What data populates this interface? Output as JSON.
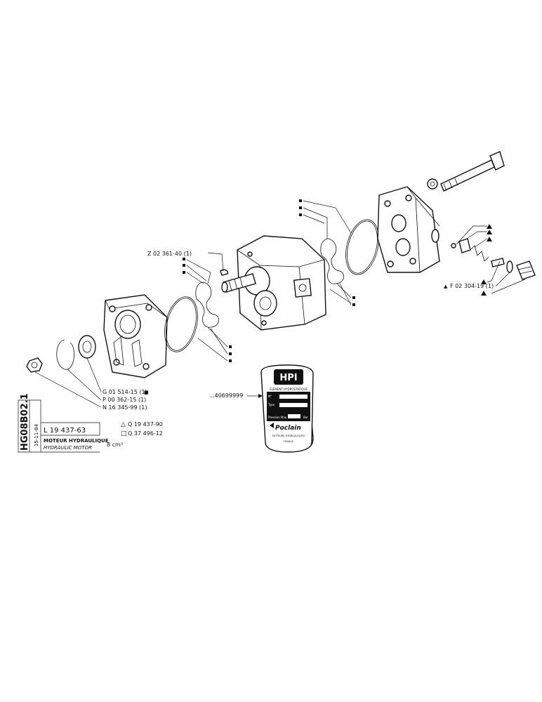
{
  "side_code": "HG08B02.1",
  "date": "15-11-84",
  "part_number": "L 19 437-63",
  "title_fr": "MOTEUR HYDRAULIQUE",
  "title_en": "HYDRAULIC MOTOR",
  "capacity": "8 cm³",
  "variants": [
    {
      "symbol": "△",
      "code": "Q 19 437-90"
    },
    {
      "symbol": "□",
      "code": "Q 37 496-12"
    }
  ],
  "callouts": [
    {
      "code": "G 01 514-15 (1)",
      "mark": "■"
    },
    {
      "code": "P 00 362-15 (1)",
      "mark": ""
    },
    {
      "code": "N 16 345-99 (1)",
      "mark": ""
    },
    {
      "code": "Z 02 361-40 (1)",
      "mark": ""
    },
    {
      "code": "F 02 304-19 (1)",
      "mark": "▲"
    }
  ],
  "plate_ref": "...40699999",
  "plate": {
    "brand": "HPI",
    "heading": "ELEMENT HYDROSTATIQUE",
    "field_1": "N°",
    "field_2": "Type",
    "field_3": "Pression Max",
    "field_4": "Bar",
    "maker": "Poclain",
    "maker_sub": "MOTEURS HYDRAULIQUES",
    "country": "FRANCE"
  }
}
